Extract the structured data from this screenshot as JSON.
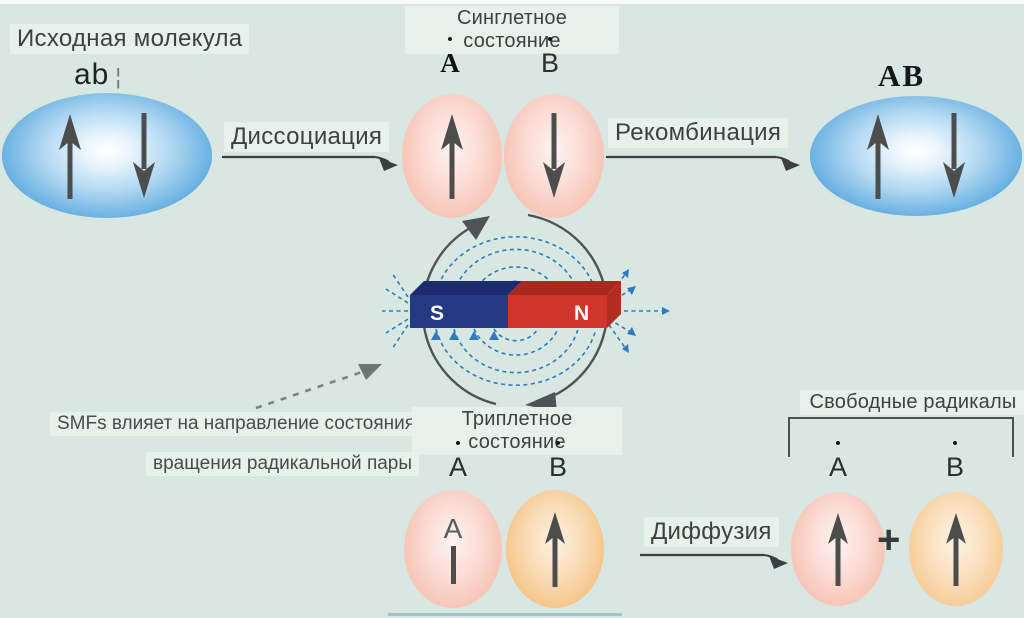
{
  "colors": {
    "background": "#d8e7e1",
    "text": "#3c4144",
    "spin_arrow": "#4d4d4d",
    "molecule_blue": "#3e9ad8",
    "radical_pink": "#f4b1a1",
    "radical_orange": "#f2b269",
    "field_line_blue": "#2b7cc2",
    "magnet_south_blue": "#243a85",
    "magnet_north_red": "#cf3529"
  },
  "radical_dot": "•",
  "initial_molecule": {
    "title": "Исходная молекула",
    "label": "ab",
    "label_artifact": "¦",
    "spins": [
      "up",
      "down"
    ]
  },
  "dissociation": {
    "label": "Диссоциация"
  },
  "singlet": {
    "title": "Синглетное состояние",
    "radical_a": "A",
    "radical_b": "B",
    "spins": [
      "up",
      "down"
    ]
  },
  "recombination": {
    "label": "Рекомбинация"
  },
  "recombined_molecule": {
    "label": "AB",
    "spins": [
      "up",
      "down"
    ]
  },
  "magnet": {
    "south_label": "S",
    "north_label": "N"
  },
  "smf_note": {
    "line1": "SMFs влияет на направление состояния",
    "line2": "вращения радикальной пары"
  },
  "triplet": {
    "title": "Триплетное состояние",
    "radical_a": "A",
    "radical_b": "B",
    "inner_a": "A",
    "spins": [
      "up",
      "up"
    ]
  },
  "diffusion": {
    "label": "Диффузия"
  },
  "free_radicals": {
    "title": "Свободные радикалы",
    "radical_a": "A",
    "radical_b": "B",
    "plus": "+",
    "spins": [
      "up",
      "up"
    ]
  }
}
